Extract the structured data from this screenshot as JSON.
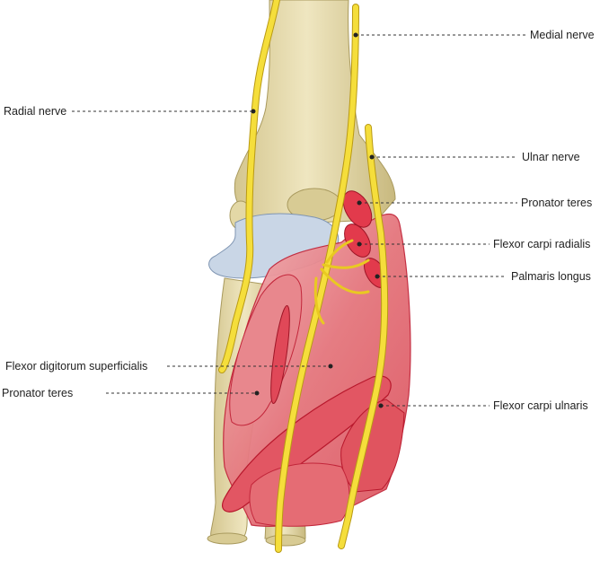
{
  "labels": {
    "medial_nerve": "Medial nerve",
    "radial_nerve": "Radial nerve",
    "ulnar_nerve": "Ulnar nerve",
    "pronator_teres_right": "Pronator teres",
    "flexor_carpi_radialis": "Flexor carpi radialis",
    "palmaris_longus": "Palmaris longus",
    "flexor_digitorum_superficialis": "Flexor digitorum superficialis",
    "pronator_teres_left": "Pronator teres",
    "flexor_carpi_ulnaris": "Flexor carpi ulnaris"
  },
  "colors": {
    "bone": "#e9dfb3",
    "bone_shade": "#cbbd86",
    "cartilage": "#c9d6e6",
    "muscle": "#e26a72",
    "muscle_light": "#f0a7aa",
    "muscle_edge": "#c2263a",
    "nerve": "#f5de3b",
    "nerve_edge": "#b99a14"
  }
}
